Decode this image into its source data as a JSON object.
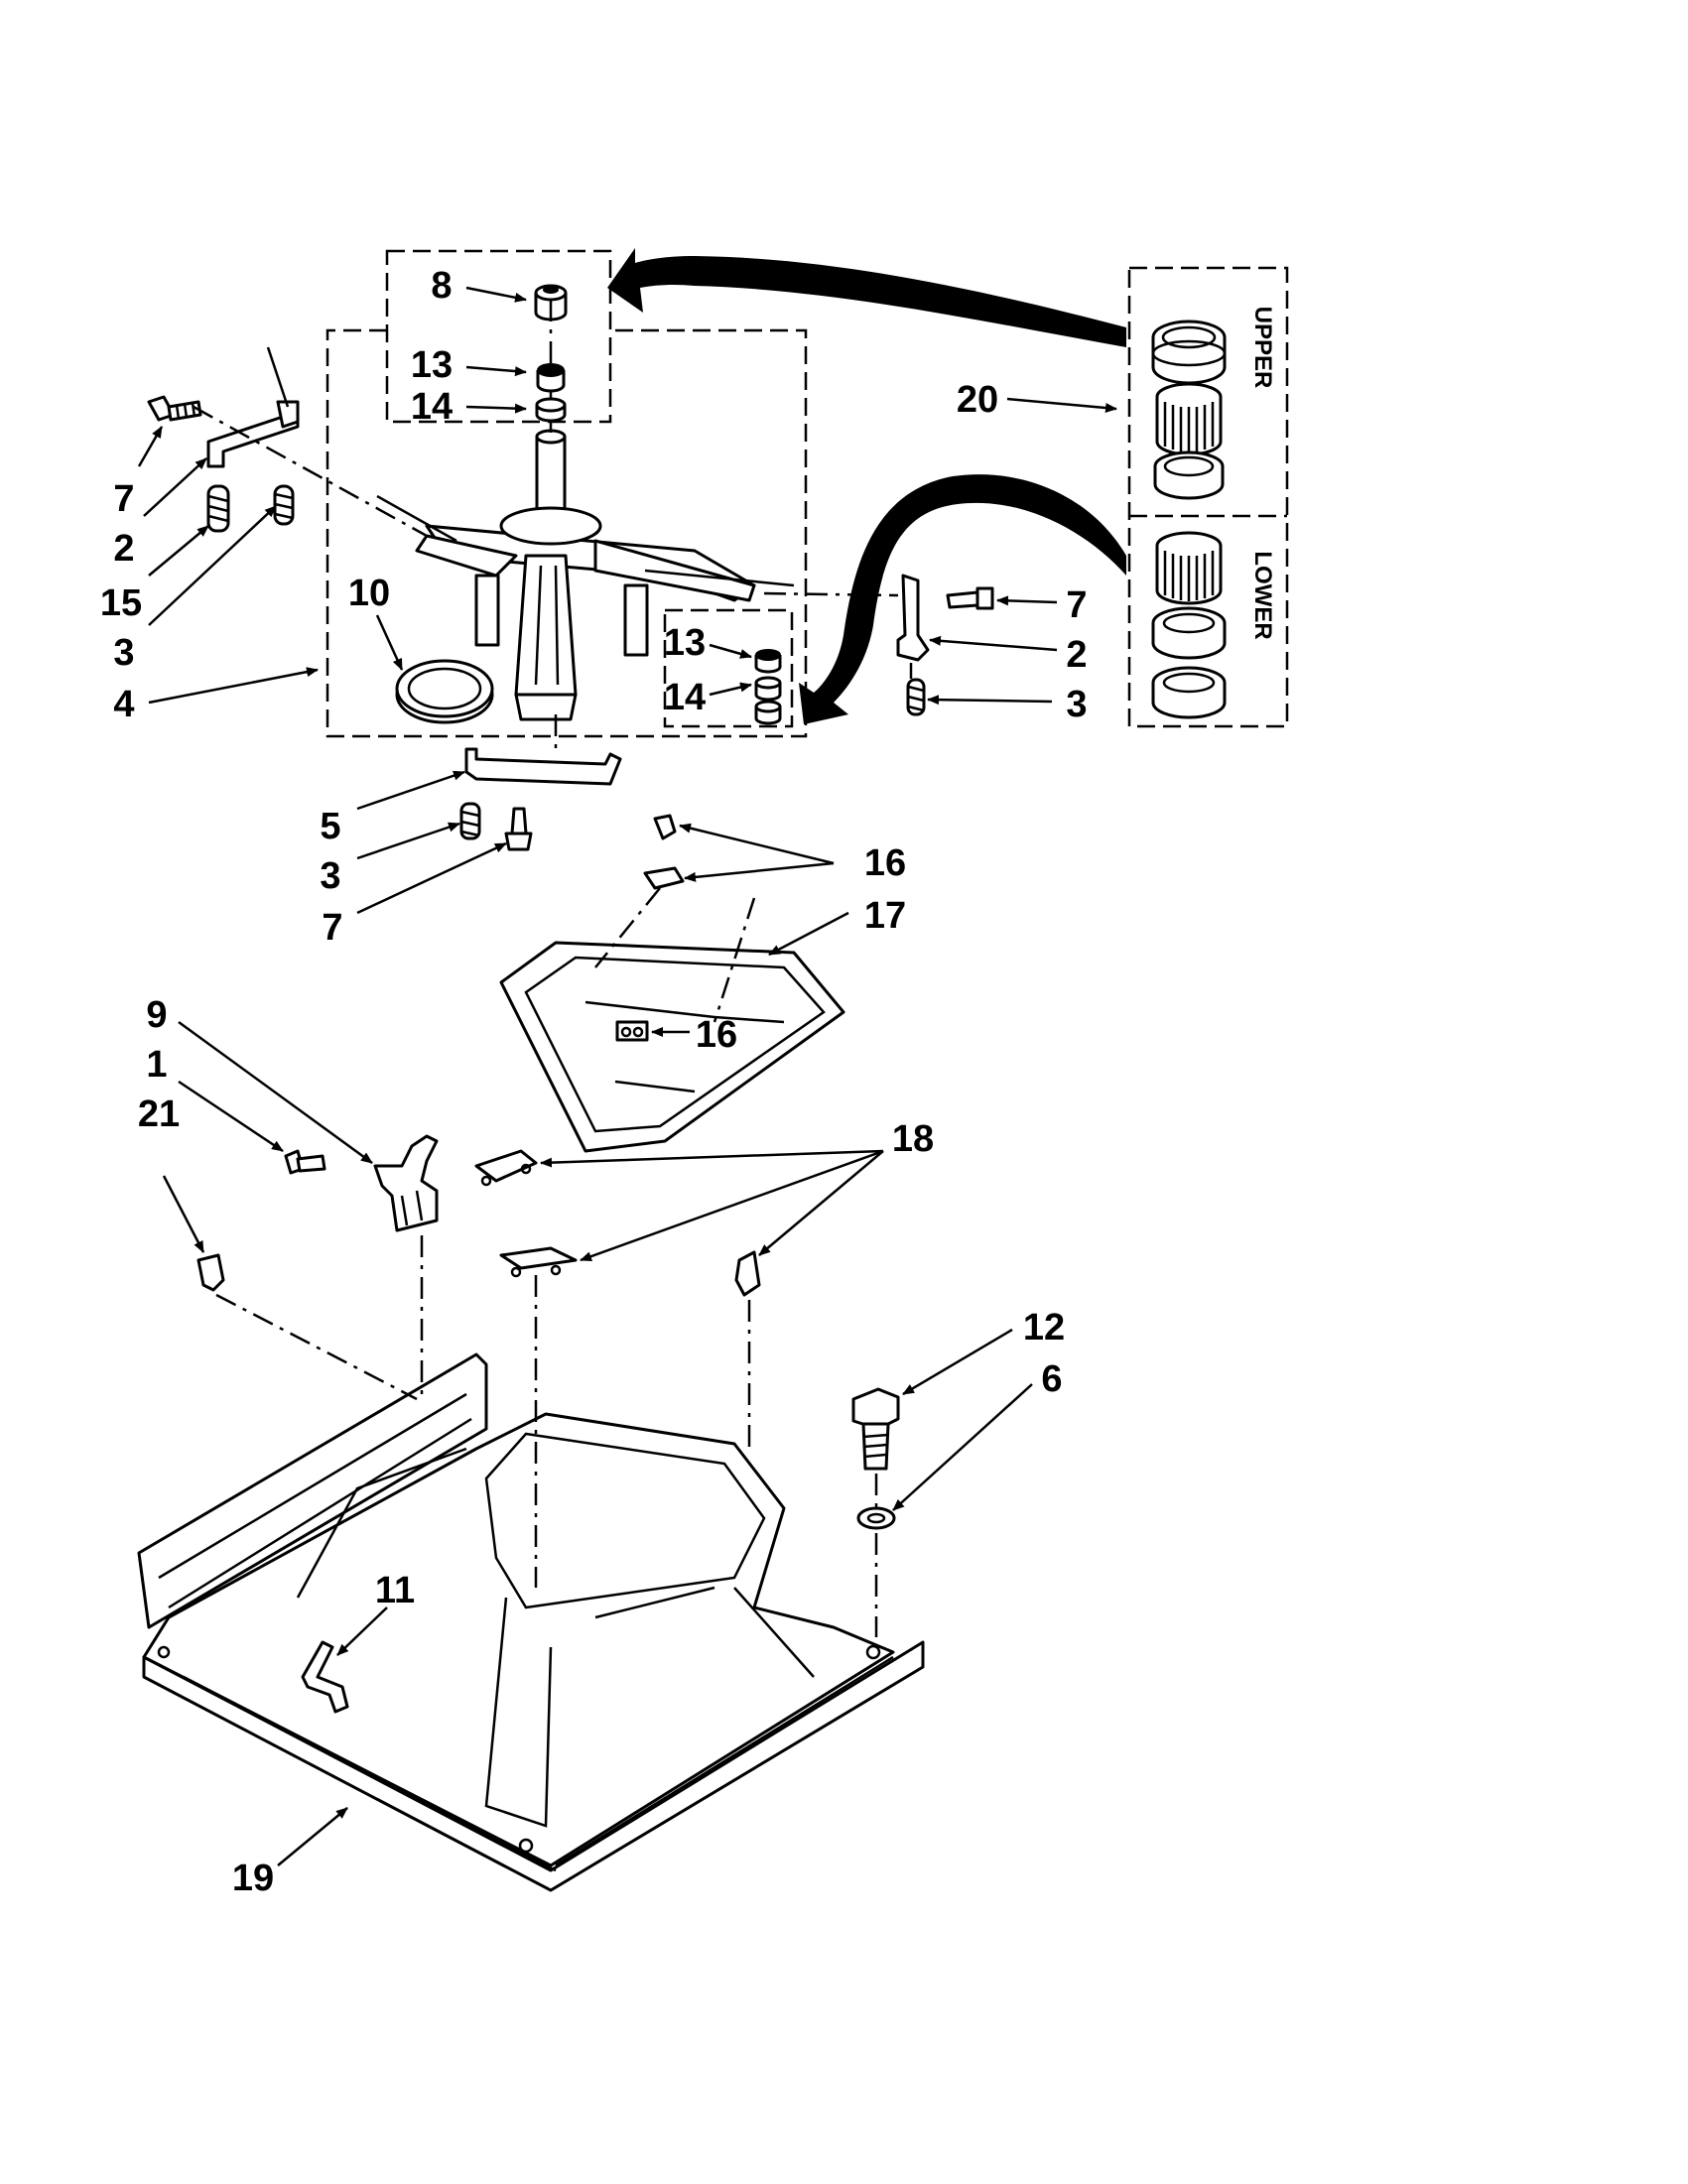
{
  "callouts": [
    {
      "id": "c8",
      "text": "8"
    },
    {
      "id": "c13a",
      "text": "13"
    },
    {
      "id": "c14a",
      "text": "14"
    },
    {
      "id": "c20",
      "text": "20"
    },
    {
      "id": "c7a",
      "text": "7"
    },
    {
      "id": "c2a",
      "text": "2"
    },
    {
      "id": "c15",
      "text": "15"
    },
    {
      "id": "c3a",
      "text": "3"
    },
    {
      "id": "c10",
      "text": "10"
    },
    {
      "id": "c4",
      "text": "4"
    },
    {
      "id": "c13b",
      "text": "13"
    },
    {
      "id": "c14b",
      "text": "14"
    },
    {
      "id": "c7b",
      "text": "7"
    },
    {
      "id": "c2b",
      "text": "2"
    },
    {
      "id": "c3b",
      "text": "3"
    },
    {
      "id": "c5",
      "text": "5"
    },
    {
      "id": "c3c",
      "text": "3"
    },
    {
      "id": "c7c",
      "text": "7"
    },
    {
      "id": "c16a",
      "text": "16"
    },
    {
      "id": "c17",
      "text": "17"
    },
    {
      "id": "c16b",
      "text": "16"
    },
    {
      "id": "c9",
      "text": "9"
    },
    {
      "id": "c1",
      "text": "1"
    },
    {
      "id": "c21",
      "text": "21"
    },
    {
      "id": "c18",
      "text": "18"
    },
    {
      "id": "c12",
      "text": "12"
    },
    {
      "id": "c6",
      "text": "6"
    },
    {
      "id": "c11",
      "text": "11"
    },
    {
      "id": "c19",
      "text": "19"
    }
  ],
  "kit_labels": {
    "upper": "UPPER",
    "lower": "LOWER"
  }
}
